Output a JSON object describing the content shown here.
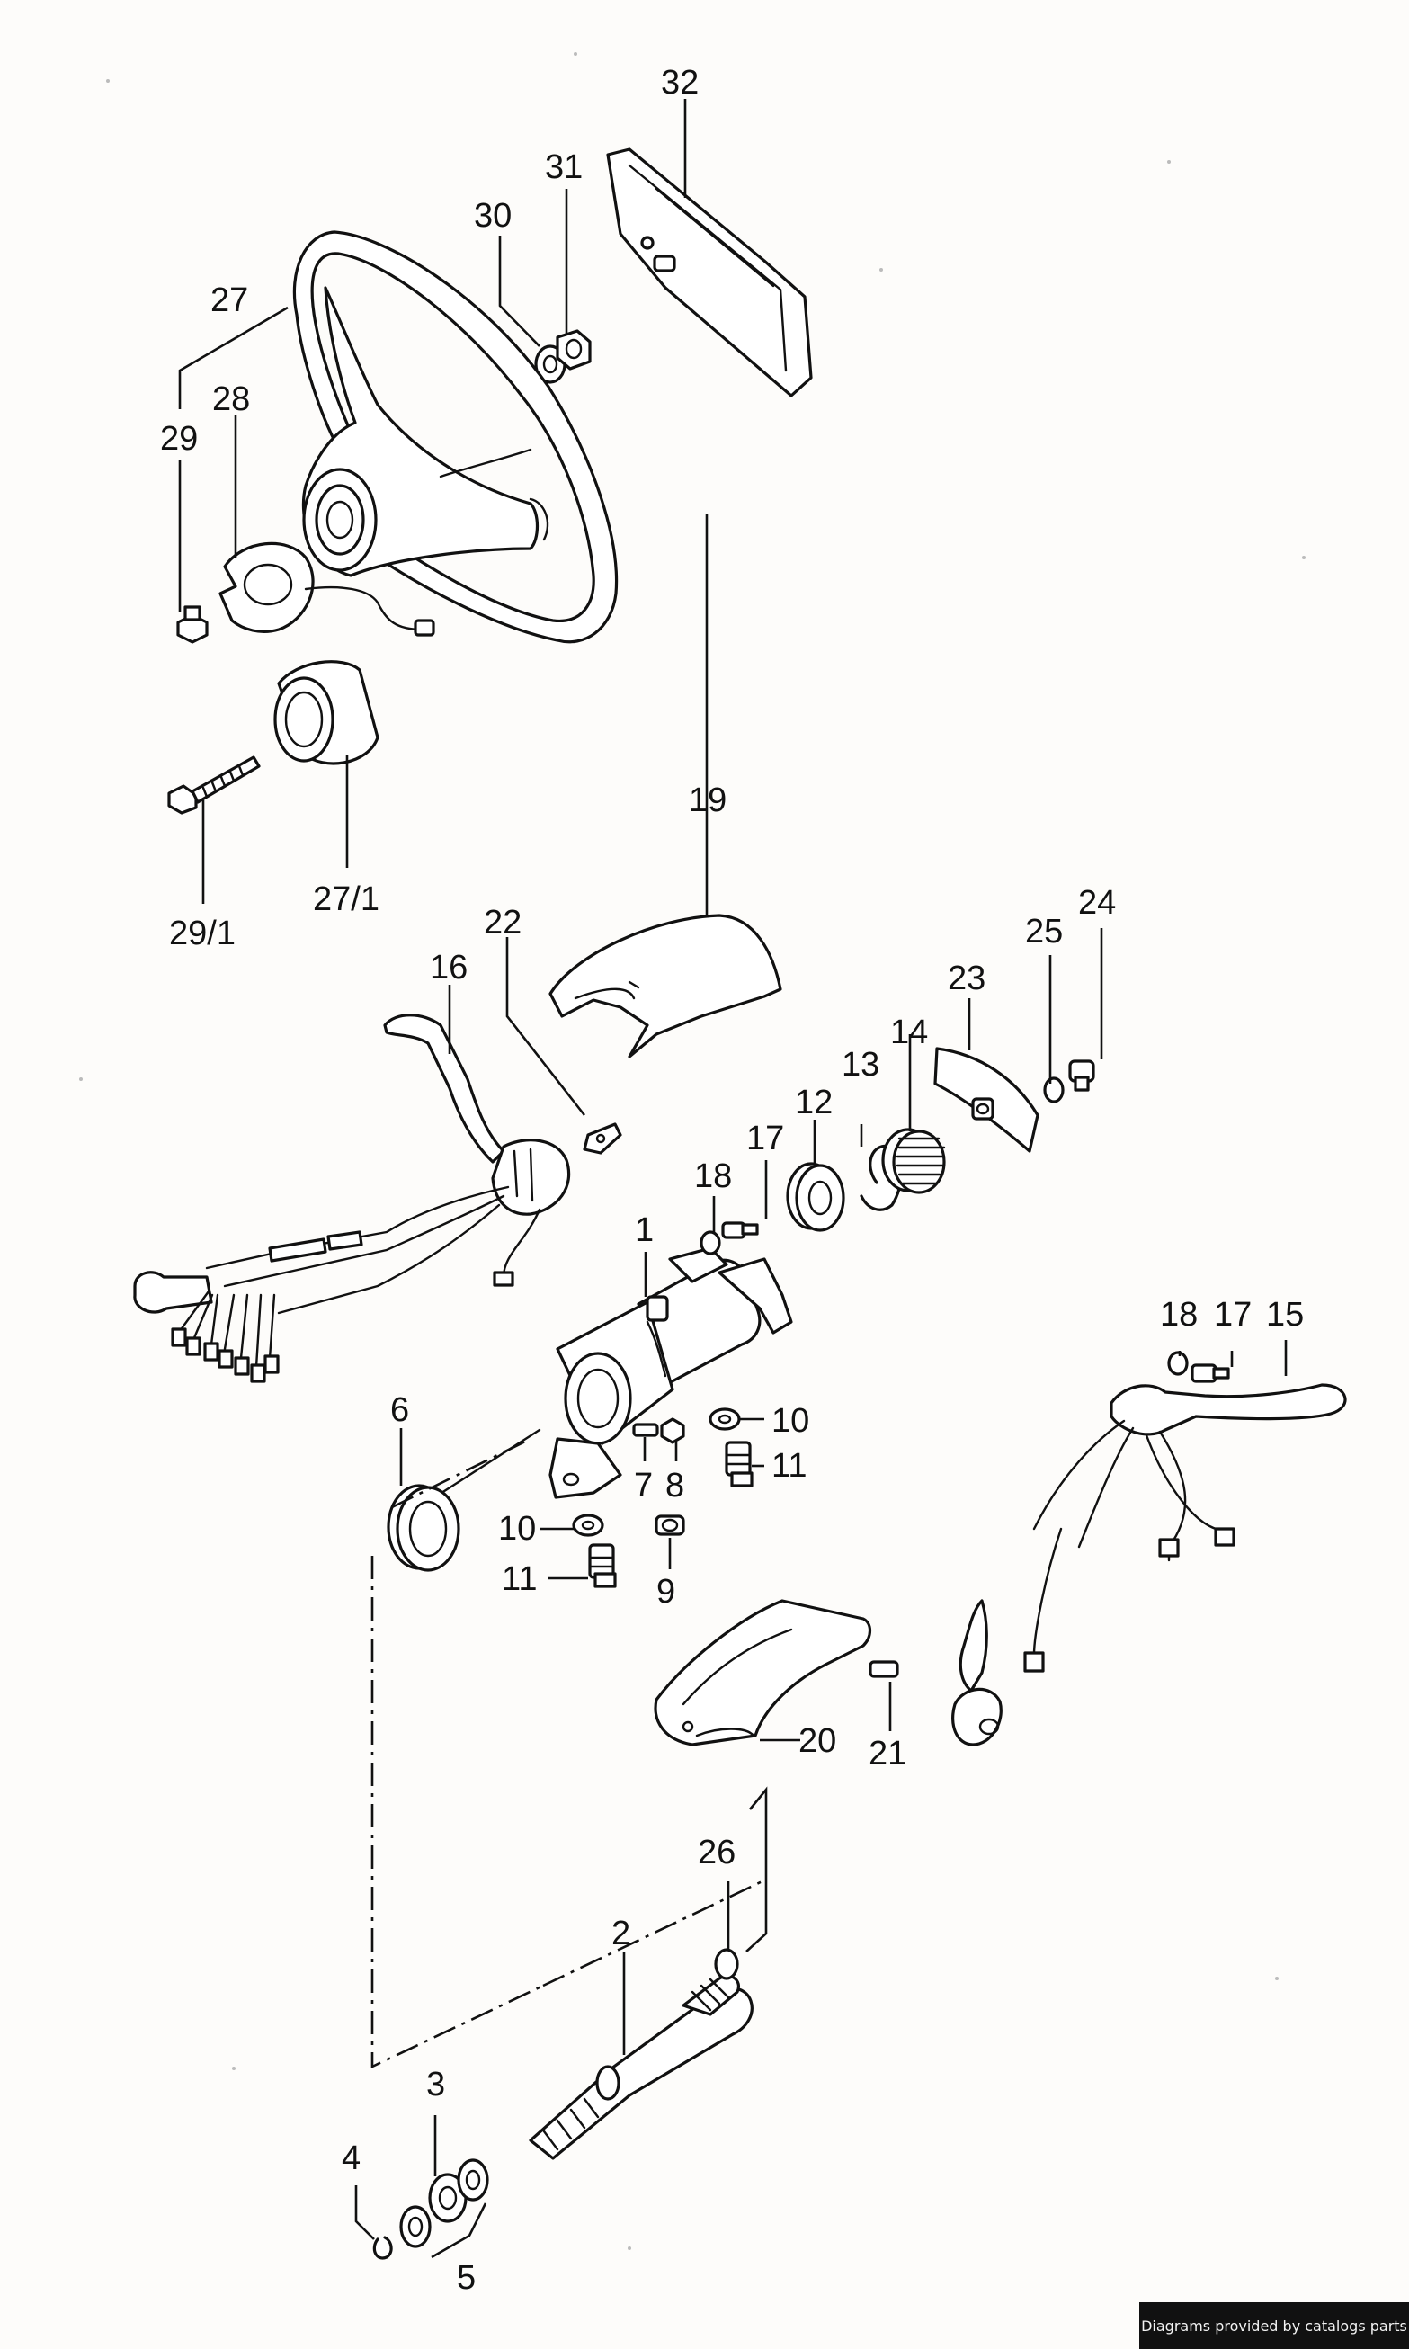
{
  "callouts": {
    "c1": "1",
    "c2": "2",
    "c3": "3",
    "c4": "4",
    "c5": "5",
    "c6": "6",
    "c7": "7",
    "c8": "8",
    "c9": "9",
    "c10a": "10",
    "c10b": "10",
    "c11a": "11",
    "c11b": "11",
    "c12": "12",
    "c13": "13",
    "c14": "14",
    "c15": "15",
    "c16": "16",
    "c17a": "17",
    "c17b": "17",
    "c18a": "18",
    "c18b": "18",
    "c19": "19",
    "c20": "20",
    "c21": "21",
    "c22": "22",
    "c23": "23",
    "c24": "24",
    "c25": "25",
    "c26": "26",
    "c27": "27",
    "c27_1": "27/1",
    "c28": "28",
    "c29": "29",
    "c29_1": "29/1",
    "c30": "30",
    "c31": "31",
    "c32": "32"
  },
  "credit": "Diagrams provided by catalogs parts"
}
